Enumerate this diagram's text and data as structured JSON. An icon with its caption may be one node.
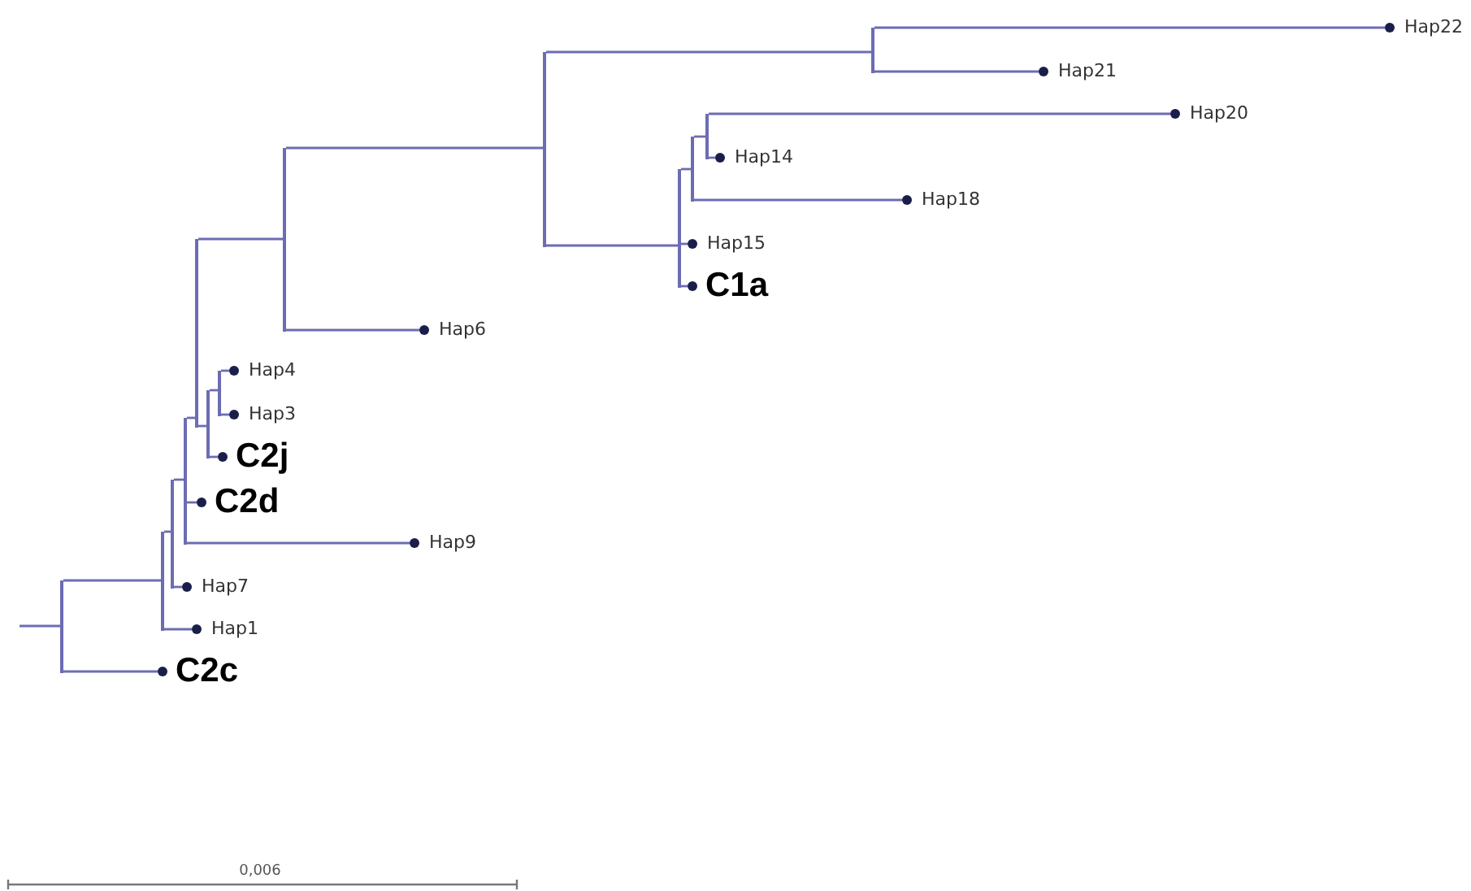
{
  "diagram": {
    "nodes": [
      {
        "text": [],
        "shape": "bar"
      },
      {
        "text": [],
        "shape": "bar"
      },
      {
        "text": [
          "C2c"
        ]
      },
      {
        "text": [],
        "shape": "bar"
      },
      {
        "text": [
          "Hap1"
        ]
      },
      {
        "text": [],
        "shape": "bar"
      },
      {
        "text": [
          "Hap7"
        ]
      },
      {
        "text": [],
        "shape": "bar"
      },
      {
        "text": [
          "C2d"
        ]
      },
      {
        "text": [
          "Hap9"
        ]
      },
      {
        "text": [],
        "shape": "bar"
      },
      {
        "text": [],
        "shape": "bar"
      },
      {
        "text": [],
        "shape": "bar"
      },
      {
        "text": [
          "Hap6"
        ]
      },
      {
        "text": [],
        "shape": "bar"
      },
      {
        "text": [
          "C2j"
        ]
      },
      {
        "text": [
          "Hap4"
        ]
      },
      {
        "text": [
          "Hap3"
        ]
      },
      {
        "text": [],
        "shape": "bar"
      },
      {
        "text": [],
        "shape": "bar"
      },
      {
        "text": [
          "Hap22"
        ]
      },
      {
        "text": [
          "Hap21"
        ]
      },
      {
        "text": [],
        "shape": "bar"
      },
      {
        "text": [
          "Hap15"
        ]
      },
      {
        "text": [
          "C1a"
        ]
      },
      {
        "text": [],
        "shape": "bar"
      },
      {
        "text": [
          "Hap18"
        ]
      },
      {
        "text": [
          "Hap20"
        ]
      },
      {
        "text": [
          "Hap14"
        ]
      }
    ],
    "edges": [
      {
        "from": null,
        "to": 0,
        "arrow": "none"
      },
      {
        "from": 0,
        "to": 1,
        "arrow": "none"
      },
      {
        "from": 0,
        "to": 2,
        "arrow": "none"
      },
      {
        "from": 1,
        "to": 3,
        "arrow": "none"
      },
      {
        "from": 1,
        "to": 4,
        "arrow": "none"
      },
      {
        "from": 3,
        "to": 5,
        "arrow": "none"
      },
      {
        "from": 3,
        "to": 6,
        "arrow": "none"
      },
      {
        "from": 5,
        "to": 7,
        "arrow": "none"
      },
      {
        "from": 5,
        "to": 8,
        "arrow": "none"
      },
      {
        "from": 5,
        "to": 9,
        "arrow": "none"
      },
      {
        "from": 7,
        "to": 10,
        "arrow": "none"
      },
      {
        "from": 7,
        "to": 11,
        "arrow": "none"
      },
      {
        "from": 10,
        "to": 12,
        "arrow": "none"
      },
      {
        "from": 10,
        "to": 13,
        "arrow": "none"
      },
      {
        "from": 11,
        "to": 14,
        "arrow": "none"
      },
      {
        "from": 11,
        "to": 15,
        "arrow": "none"
      },
      {
        "from": 14,
        "to": 16,
        "arrow": "none"
      },
      {
        "from": 14,
        "to": 17,
        "arrow": "none"
      },
      {
        "from": 12,
        "to": 18,
        "arrow": "none"
      },
      {
        "from": 12,
        "to": 19,
        "arrow": "none"
      },
      {
        "from": 18,
        "to": 20,
        "arrow": "none"
      },
      {
        "from": 18,
        "to": 21,
        "arrow": "none"
      },
      {
        "from": 19,
        "to": 22,
        "arrow": "none"
      },
      {
        "from": 19,
        "to": 23,
        "arrow": "none"
      },
      {
        "from": 19,
        "to": 24,
        "arrow": "none"
      },
      {
        "from": 22,
        "to": 25,
        "arrow": "none"
      },
      {
        "from": 22,
        "to": 26,
        "arrow": "none"
      },
      {
        "from": 25,
        "to": 27,
        "arrow": "none"
      },
      {
        "from": 25,
        "to": 28,
        "arrow": "none"
      }
    ],
    "labels": [
      "0,006"
    ]
  }
}
